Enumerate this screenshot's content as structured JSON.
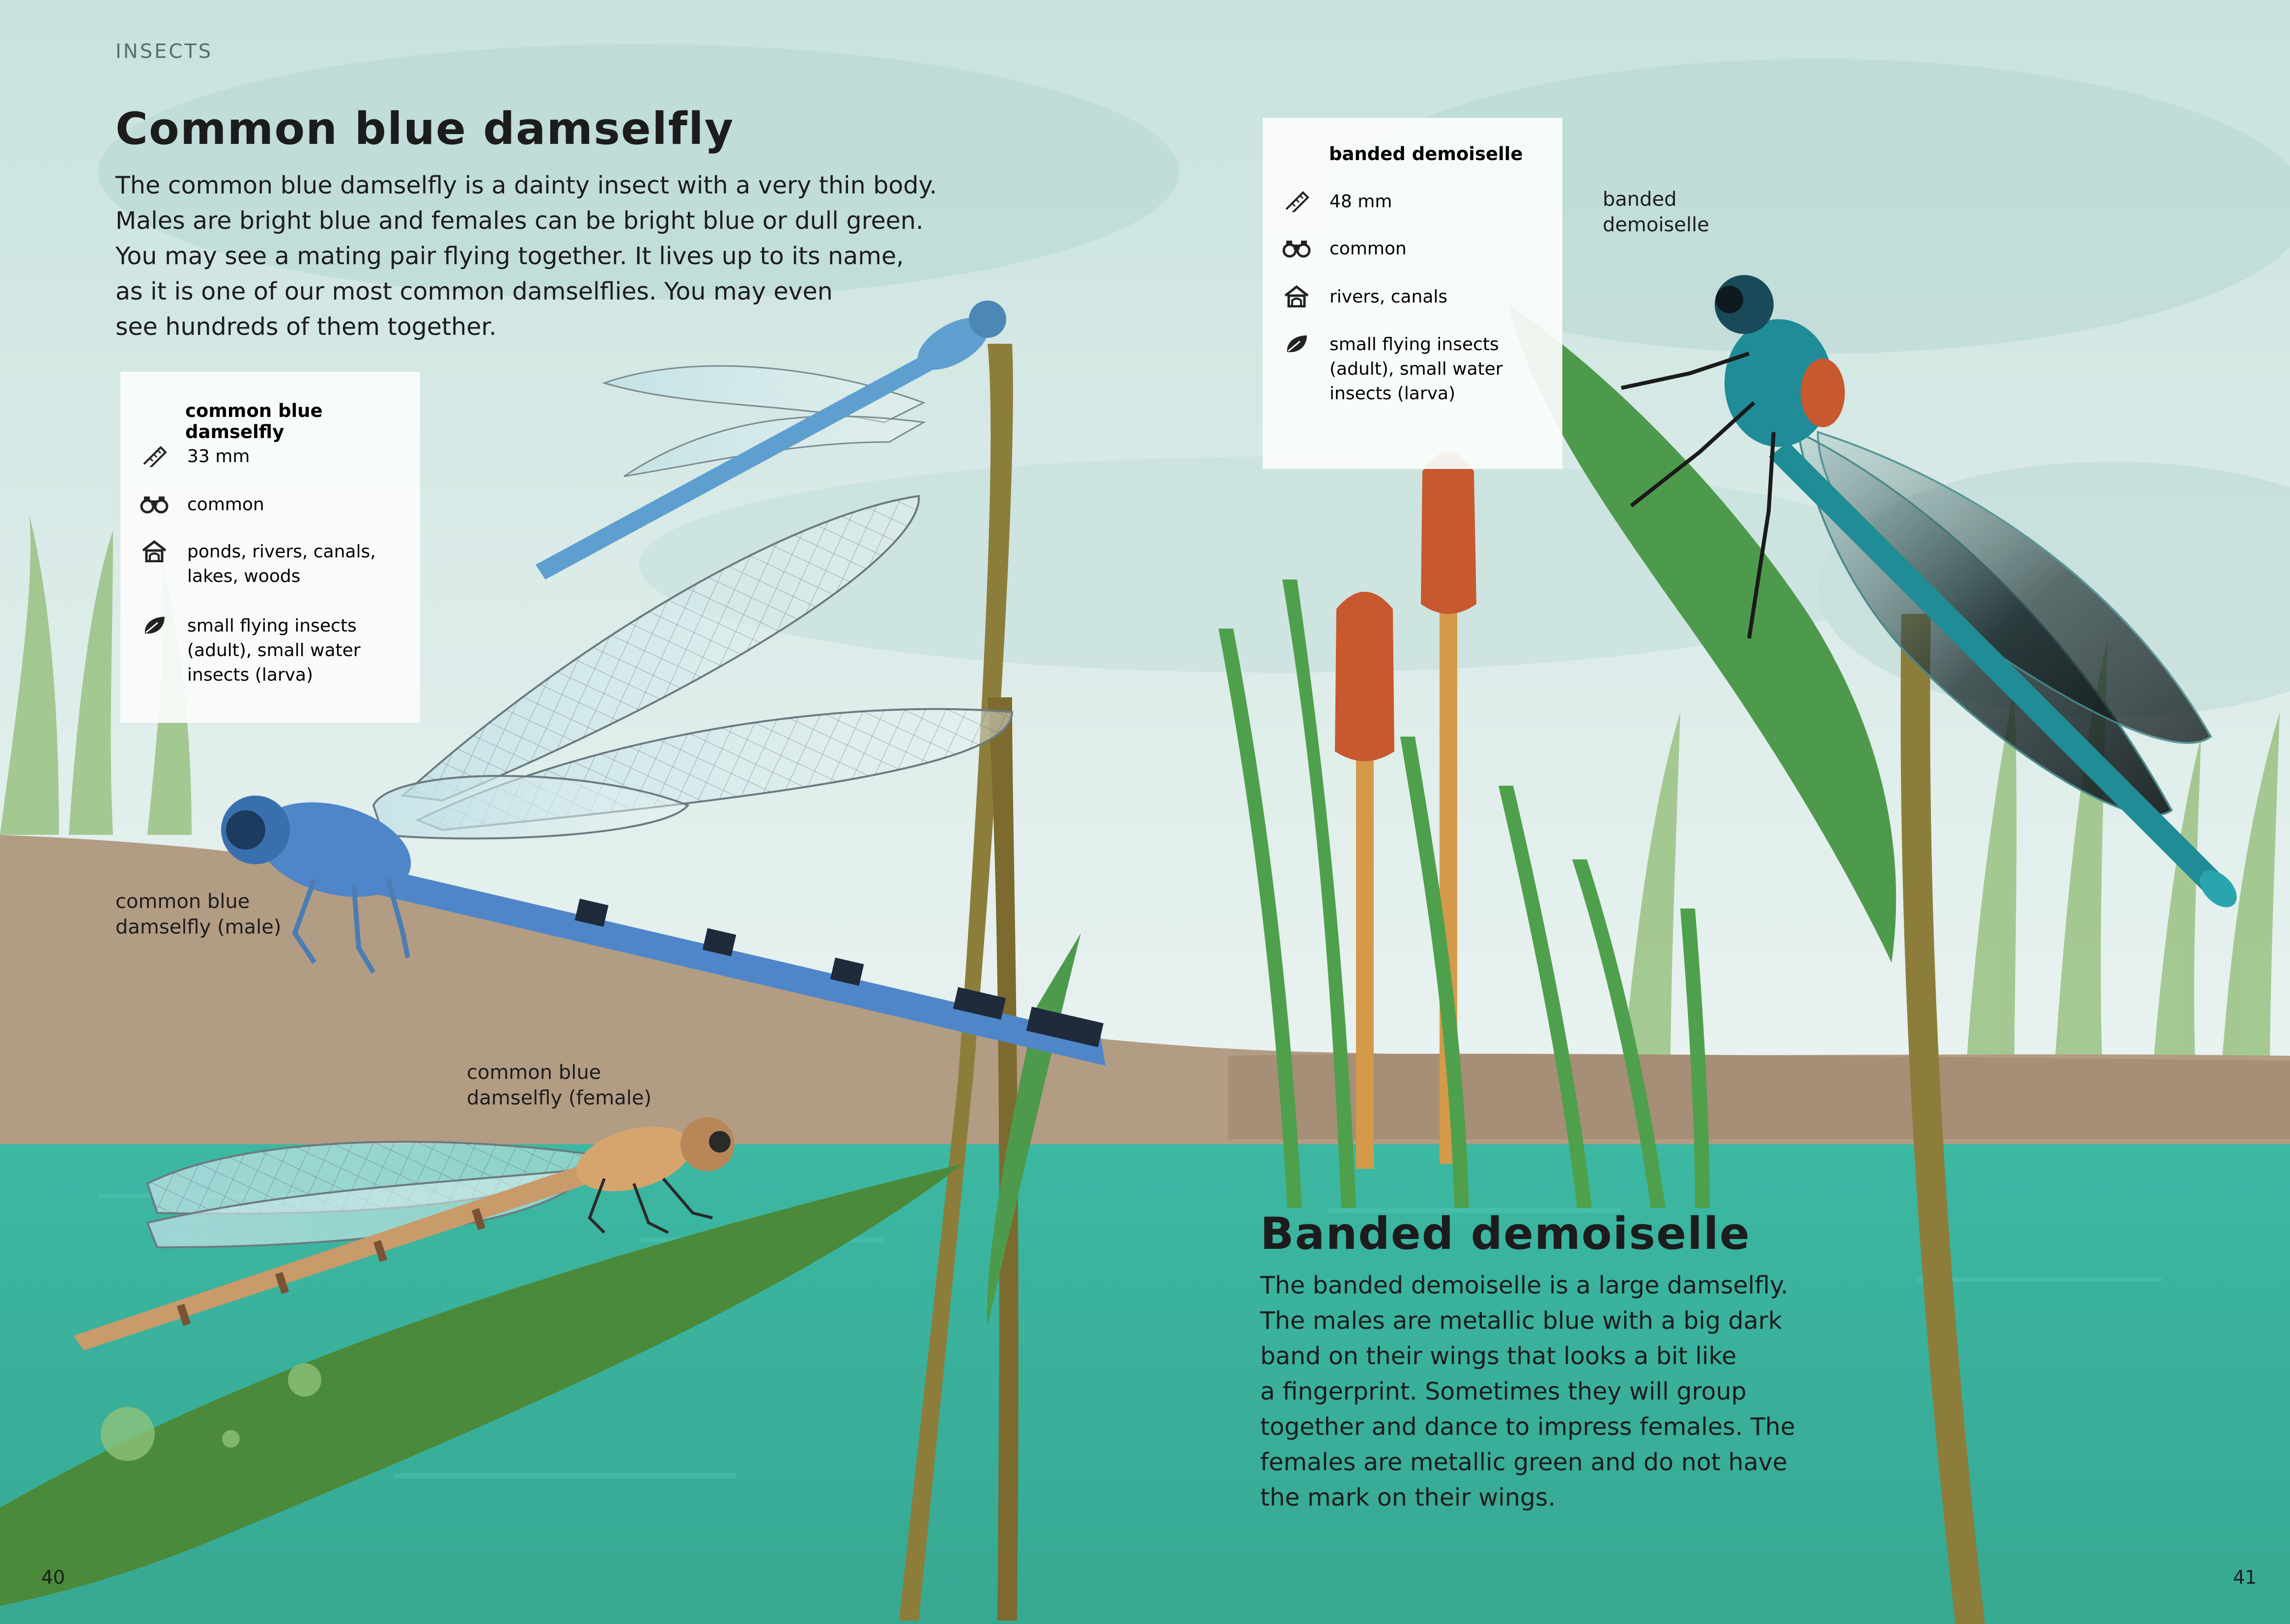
{
  "section_label": "INSECTS",
  "left_page": {
    "title": "Common blue damselfly",
    "intro_lines": [
      "The common blue damselfly is a dainty insect with a very thin body.",
      "Males are bright blue and females can be bright blue or dull green.",
      "You may see a mating pair flying together. It lives up to its name,",
      "as it is one of our most common damselflies. You may even",
      "see hundreds of them together."
    ],
    "fact_box": {
      "title": "common blue damselfly",
      "size": [
        "33 mm"
      ],
      "frequency": [
        "common"
      ],
      "habitat": [
        "ponds, rivers, canals,",
        "lakes, woods"
      ],
      "food": [
        "small flying insects",
        "(adult), small water",
        "insects (larva)"
      ]
    },
    "labels": {
      "male": [
        "common blue",
        "damselfly (male)"
      ],
      "female": [
        "common blue",
        "damselfly (female)"
      ]
    },
    "page_number": "40"
  },
  "right_page": {
    "title": "Banded demoiselle",
    "body_lines": [
      "The banded demoiselle is a large damselfly.",
      "The males are metallic blue  with a big dark",
      "band on their wings that looks a bit like",
      "a fingerprint. Sometimes they will group",
      "together and dance to impress females. The",
      "females are metallic green and do not have",
      "the mark on their wings."
    ],
    "fact_box": {
      "title": "banded demoiselle",
      "size": [
        "48 mm"
      ],
      "frequency": [
        "common"
      ],
      "habitat": [
        "rivers, canals"
      ],
      "food": [
        "small flying insects",
        "(adult), small water",
        "insects (larva)"
      ]
    },
    "labels": {
      "insect": [
        "banded",
        "demoiselle"
      ]
    },
    "page_number": "41"
  },
  "icons": {
    "size": "ruler-icon",
    "frequency": "binoculars-icon",
    "habitat": "house-icon",
    "food": "leaf-icon"
  },
  "colors": {
    "sky": "#cfe6e3",
    "water": "#3fb4a0",
    "bank": "#b39c84",
    "reed_green": "#4e9a4c",
    "male_blue": "#4f86c9",
    "demoiselle_teal": "#1f8c97",
    "female_tan": "#c99a6a",
    "bulrush_orange": "#c8582e"
  }
}
